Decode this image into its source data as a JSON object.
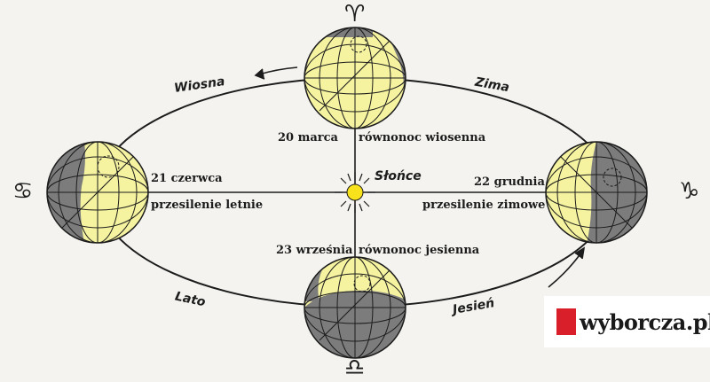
{
  "colors": {
    "land": "#f5f3a0",
    "night": "#7c7c7c",
    "ink": "#1c1c1c",
    "brand": "#d81f2a"
  },
  "sun": {
    "label": "Słońce",
    "icon": "sun-icon"
  },
  "seasons": {
    "spring": "Wiosna",
    "winter": "Zima",
    "summer": "Lato",
    "autumn": "Jesień"
  },
  "symbols": {
    "aries": "♈",
    "cancer": "♋",
    "libra": "♎",
    "capricorn": "♑"
  },
  "positions": {
    "top": {
      "date": "20 marca",
      "event": "równonoc wiosenna"
    },
    "left": {
      "date": "21 czerwca",
      "event": "przesilenie letnie"
    },
    "right": {
      "date": "22 grudnia",
      "event": "przesilenie zimowe"
    },
    "bottom": {
      "date": "23 września",
      "event": "równonoc jesienna"
    }
  },
  "watermark": "wyborcza.pl"
}
